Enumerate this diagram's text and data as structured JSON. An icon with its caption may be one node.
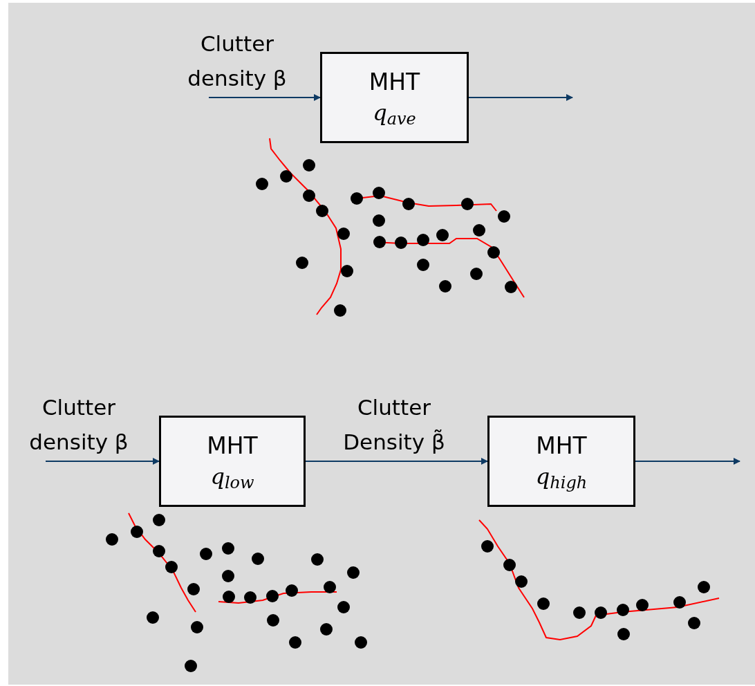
{
  "diagram": {
    "nodes": [
      {
        "text": [
          "MHT",
          "q$_{ave}$"
        ]
      },
      {
        "text": [
          "MHT",
          "q$_{low}$"
        ]
      },
      {
        "text": [
          "MHT",
          "q$_{high}$"
        ]
      }
    ],
    "edges": [
      {
        "from": null,
        "to": 0,
        "arrow": "to",
        "label": "Clutter density β"
      },
      {
        "from": 0,
        "to": null,
        "arrow": "to"
      },
      {
        "from": null,
        "to": 1,
        "arrow": "to",
        "label": "Clutter density β"
      },
      {
        "from": 1,
        "to": 2,
        "arrow": "to",
        "label": "Clutter Density β̃"
      },
      {
        "from": 2,
        "to": null,
        "arrow": "to"
      }
    ]
  }
}
